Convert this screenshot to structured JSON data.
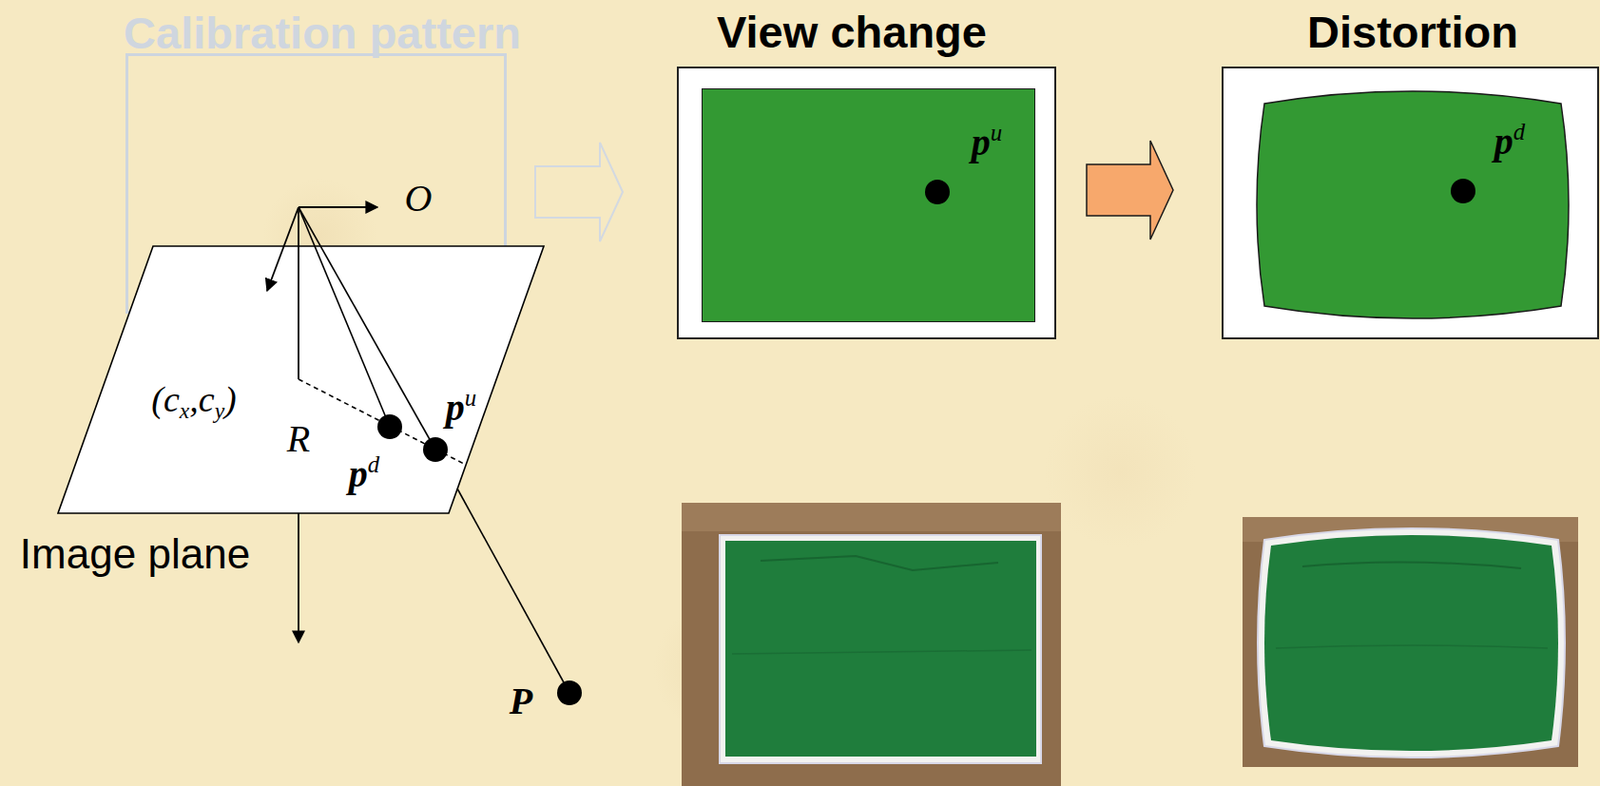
{
  "diagram": {
    "nodes": [
      {
        "text": [
          "Calibration pattern"
        ]
      },
      {
        "text": [
          "Image plane"
        ]
      },
      {
        "text": [
          "View change"
        ]
      },
      {
        "text": [
          "pu"
        ],
        "in": 2
      },
      {
        "text": [
          "Distortion"
        ]
      },
      {
        "text": [
          "pd"
        ],
        "in": 4
      }
    ],
    "edges": [
      {
        "from": 0,
        "to": 2,
        "arrow": "to"
      },
      {
        "from": 2,
        "to": 4,
        "arrow": "to"
      }
    ],
    "labels": [
      "O",
      "(cx,cy)",
      "R",
      "pd",
      "pu",
      "P"
    ]
  }
}
